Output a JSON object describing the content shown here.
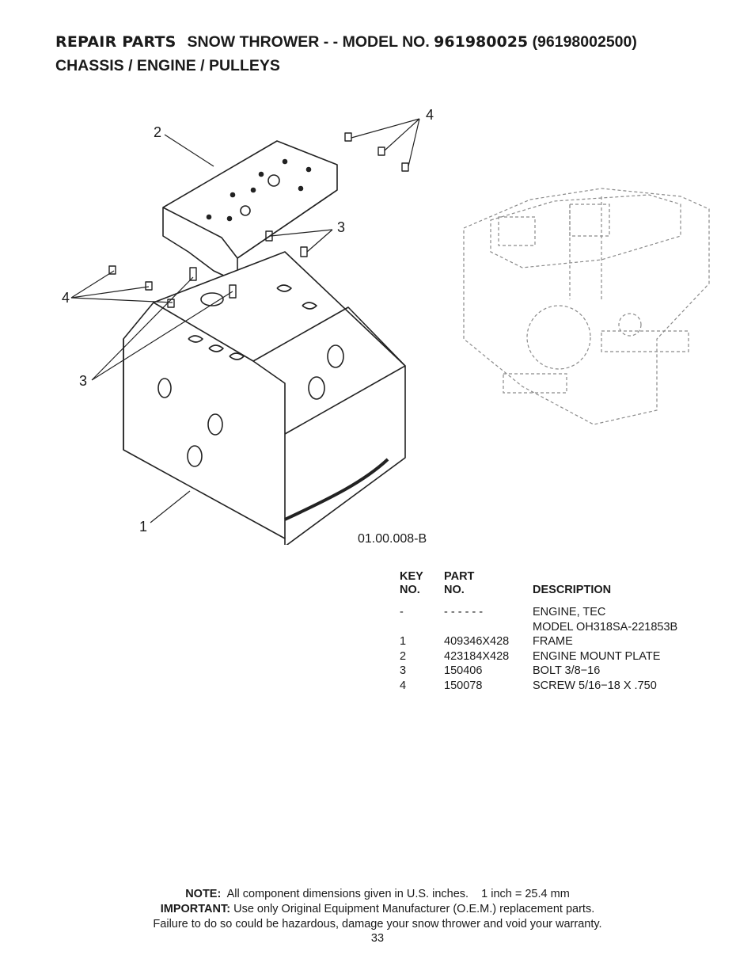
{
  "header": {
    "line1_brand": "REPAIR PARTS",
    "line1_text": "SNOW THROWER - - MODEL NO.",
    "line1_model": "961980025",
    "line1_alt": "(96198002500)",
    "line2": "CHASSIS / ENGINE / PULLEYS"
  },
  "diagram": {
    "callouts": [
      "2",
      "4",
      "3",
      "4",
      "3",
      "1"
    ],
    "figure_id": "01.00.008-B"
  },
  "parts_table": {
    "headers": {
      "key_line1": "KEY",
      "key_line2": "NO.",
      "part_line1": "PART",
      "part_line2": "NO.",
      "description": "DESCRIPTION"
    },
    "rows": [
      {
        "key": "-",
        "part": "- - - - - -",
        "description": "ENGINE, TEC"
      },
      {
        "key": "",
        "part": "",
        "description": "MODEL OH318SA-221853B"
      },
      {
        "key": "1",
        "part": "409346X428",
        "description": "FRAME"
      },
      {
        "key": "2",
        "part": "423184X428",
        "description": "ENGINE MOUNT PLATE"
      },
      {
        "key": "3",
        "part": "150406",
        "description": "BOLT 3/8−16"
      },
      {
        "key": "4",
        "part": "150078",
        "description": "SCREW 5/16−18 X .750"
      }
    ]
  },
  "footer": {
    "note_label": "NOTE:",
    "note_text": "All component dimensions given in U.S. inches.    1 inch = 25.4 mm",
    "important_label": "IMPORTANT:",
    "important_text": "Use only Original Equipment Manufacturer (O.E.M.) replacement parts.",
    "warning": "Failure to do so could be hazardous, damage your snow thrower and void your warranty.",
    "page_number": "33"
  }
}
